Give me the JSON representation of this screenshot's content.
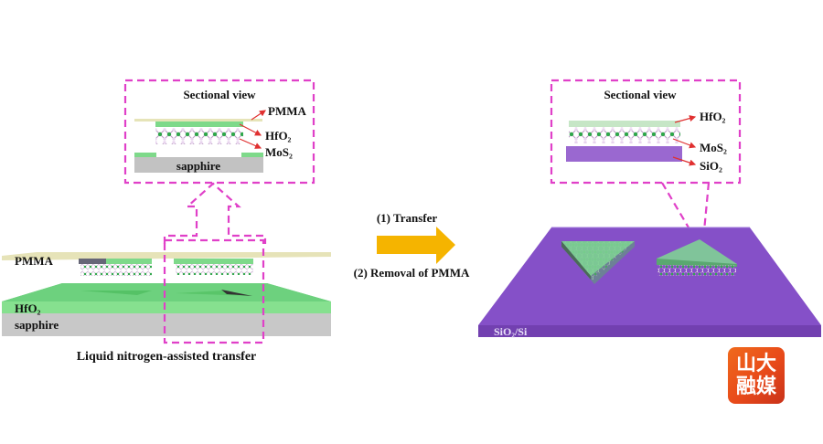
{
  "left_panel": {
    "sectional_view": {
      "title": "Sectional view",
      "labels": {
        "pmma": "PMMA",
        "hfo2": "HfO₂",
        "mos2": "MoS₂",
        "substrate": "sapphire"
      }
    },
    "stack_labels": {
      "pmma": "PMMA",
      "hfo2": "HfO₂",
      "substrate": "sapphire"
    },
    "caption": "Liquid nitrogen-assisted transfer"
  },
  "process_arrow": {
    "step1": "(1) Transfer",
    "step2": "(2) Removal of PMMA",
    "color": "#f5b400"
  },
  "right_panel": {
    "sectional_view": {
      "title": "Sectional view",
      "labels": {
        "hfo2": "HfO₂",
        "mos2": "MoS₂",
        "sio2": "SiO₂"
      }
    },
    "substrate_label": "SiO₂/Si"
  },
  "logo": {
    "line1": "山大",
    "line2": "融媒"
  },
  "colors": {
    "highlight_dash": "#e040c8",
    "hfo2": "#7ed98a",
    "pmma": "#e6e4b8",
    "sapphire": "#c8c8c8",
    "sio2": "#8a52c8",
    "arrow": "#f5b400",
    "callout_arrow": "#e03030"
  }
}
